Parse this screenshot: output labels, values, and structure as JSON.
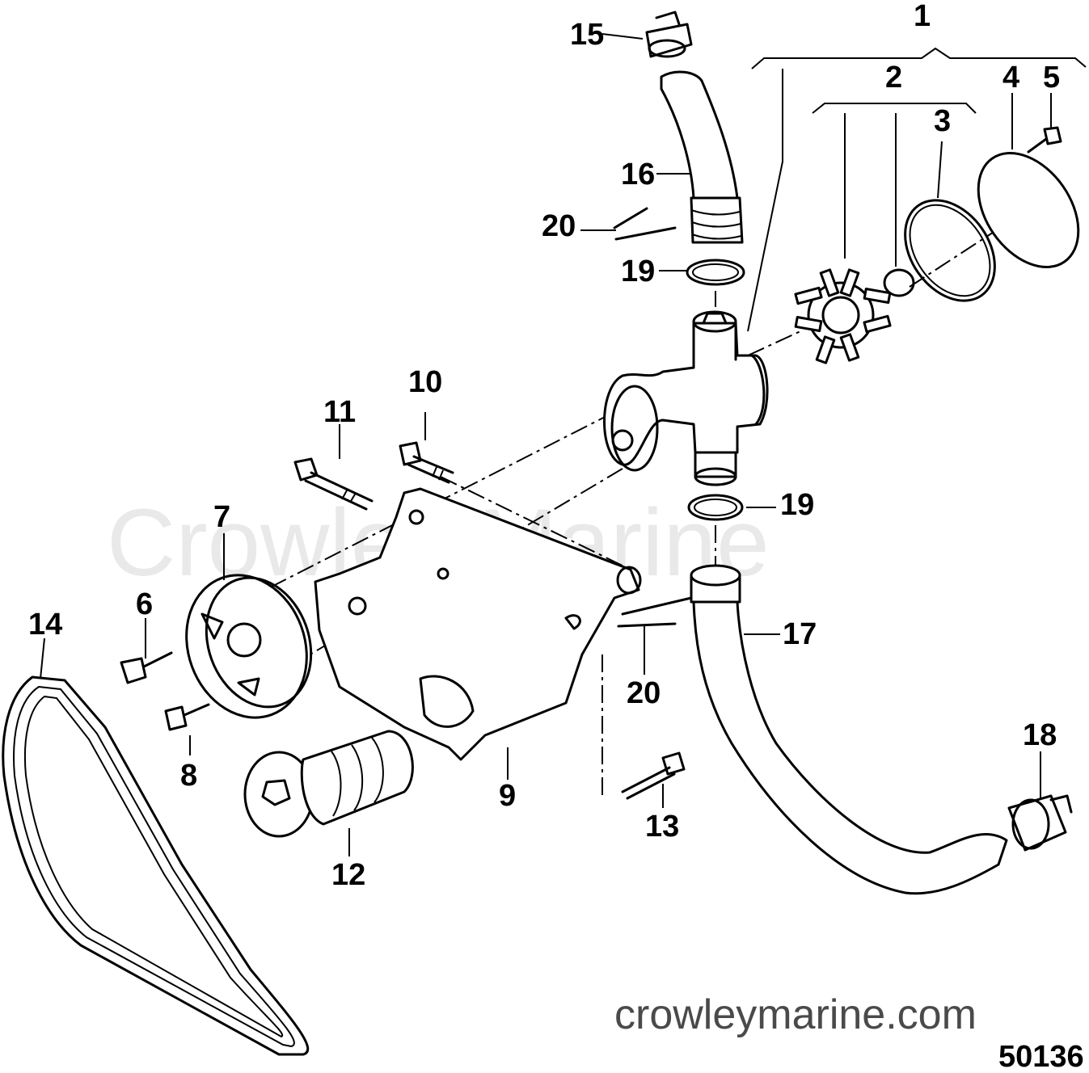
{
  "watermark": "Crowley Marine",
  "website": "crowleymarine.com",
  "figure_number": "50136",
  "callouts": {
    "c1": "1",
    "c2": "2",
    "c3": "3",
    "c4": "4",
    "c5": "5",
    "c6": "6",
    "c7": "7",
    "c8": "8",
    "c9": "9",
    "c10": "10",
    "c11": "11",
    "c12": "12",
    "c13": "13",
    "c14": "14",
    "c15": "15",
    "c16": "16",
    "c17": "17",
    "c18": "18",
    "c19a": "19",
    "c19b": "19",
    "c20a": "20",
    "c20b": "20"
  }
}
